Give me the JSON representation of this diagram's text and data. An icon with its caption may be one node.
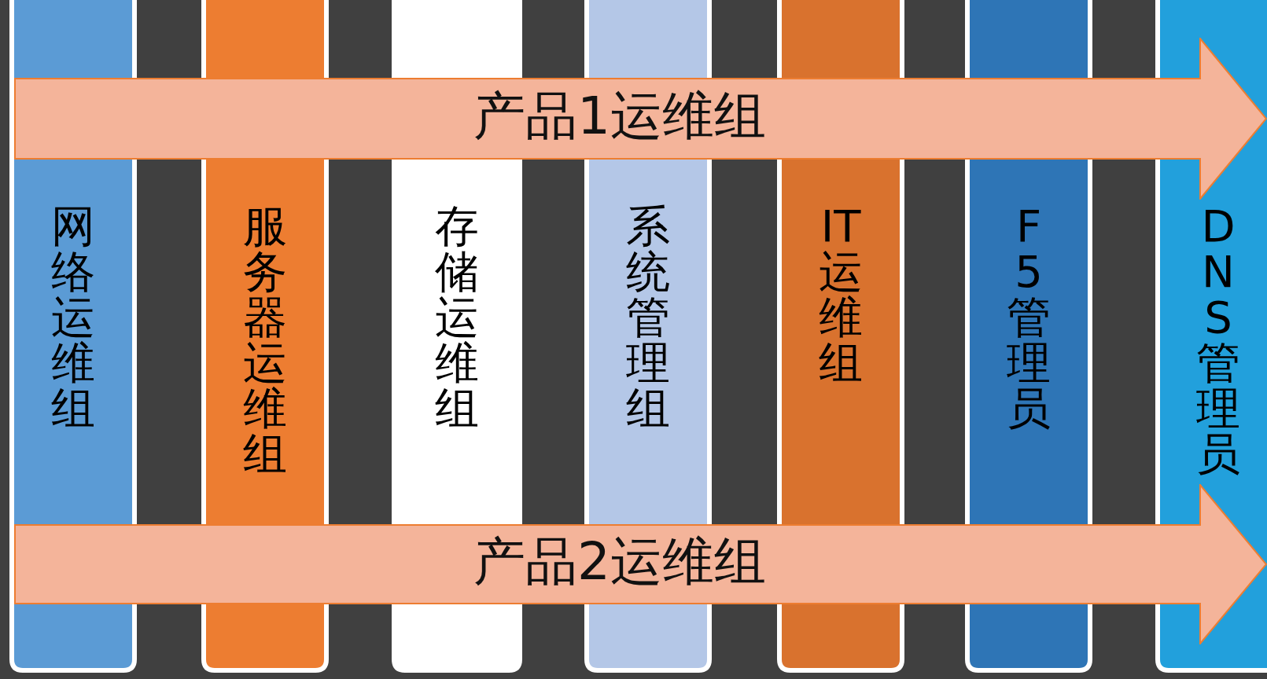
{
  "diagram": {
    "nodes": [
      {
        "text": [
          "网络运维组"
        ]
      },
      {
        "text": [
          "服务器运维组"
        ]
      },
      {
        "text": [
          "存储运维组"
        ]
      },
      {
        "text": [
          "系统管理组"
        ]
      },
      {
        "text": [
          "IT运维组"
        ]
      },
      {
        "text": [
          "F5管理员"
        ]
      },
      {
        "text": [
          "DNS管理员"
        ]
      },
      {
        "text": [
          "产品1运维组"
        ]
      },
      {
        "text": [
          "产品2运维组"
        ]
      }
    ]
  }
}
